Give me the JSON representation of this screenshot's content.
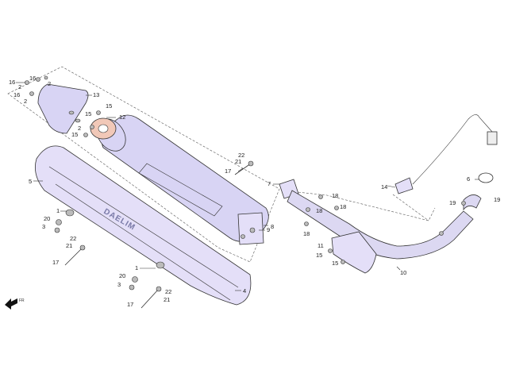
{
  "diagram": {
    "brand_text": "DAELIM",
    "direction_label": "FR",
    "colors": {
      "muffler_fill": "#d8d4f4",
      "cover_fill": "#e4dff8",
      "pipe_fill": "#dcd8f2",
      "gasket_fill": "#f1c8b8",
      "line": "#333333"
    },
    "callouts": [
      {
        "id": "c16a",
        "text": "16"
      },
      {
        "id": "c16b",
        "text": "16"
      },
      {
        "id": "c16c",
        "text": "16"
      },
      {
        "id": "c2a",
        "text": "2"
      },
      {
        "id": "c2b",
        "text": "2"
      },
      {
        "id": "c2c",
        "text": "2"
      },
      {
        "id": "c13",
        "text": "13"
      },
      {
        "id": "c15a",
        "text": "15"
      },
      {
        "id": "c15b",
        "text": "15"
      },
      {
        "id": "c15c",
        "text": "15"
      },
      {
        "id": "c2d",
        "text": "2"
      },
      {
        "id": "c12",
        "text": "12"
      },
      {
        "id": "c5",
        "text": "5"
      },
      {
        "id": "c22a",
        "text": "22"
      },
      {
        "id": "c21a",
        "text": "21"
      },
      {
        "id": "c17a",
        "text": "17"
      },
      {
        "id": "c7",
        "text": "7"
      },
      {
        "id": "c9",
        "text": "9"
      },
      {
        "id": "c8",
        "text": "8"
      },
      {
        "id": "c1a",
        "text": "1"
      },
      {
        "id": "c20a",
        "text": "20"
      },
      {
        "id": "c3a",
        "text": "3"
      },
      {
        "id": "c22b",
        "text": "22"
      },
      {
        "id": "c21b",
        "text": "21"
      },
      {
        "id": "c17b",
        "text": "17"
      },
      {
        "id": "c1b",
        "text": "1"
      },
      {
        "id": "c20b",
        "text": "20"
      },
      {
        "id": "c3b",
        "text": "3"
      },
      {
        "id": "c22c",
        "text": "22"
      },
      {
        "id": "c21c",
        "text": "21"
      },
      {
        "id": "c17c",
        "text": "17"
      },
      {
        "id": "c4",
        "text": "4"
      },
      {
        "id": "c18a",
        "text": "18"
      },
      {
        "id": "c18b",
        "text": "18"
      },
      {
        "id": "c18c",
        "text": "18"
      },
      {
        "id": "c18d",
        "text": "18"
      },
      {
        "id": "c11",
        "text": "11"
      },
      {
        "id": "c15d",
        "text": "15"
      },
      {
        "id": "c15e",
        "text": "15"
      },
      {
        "id": "c10",
        "text": "10"
      },
      {
        "id": "c14",
        "text": "14"
      },
      {
        "id": "c6",
        "text": "6"
      },
      {
        "id": "c19a",
        "text": "19"
      },
      {
        "id": "c19b",
        "text": "19"
      }
    ]
  }
}
